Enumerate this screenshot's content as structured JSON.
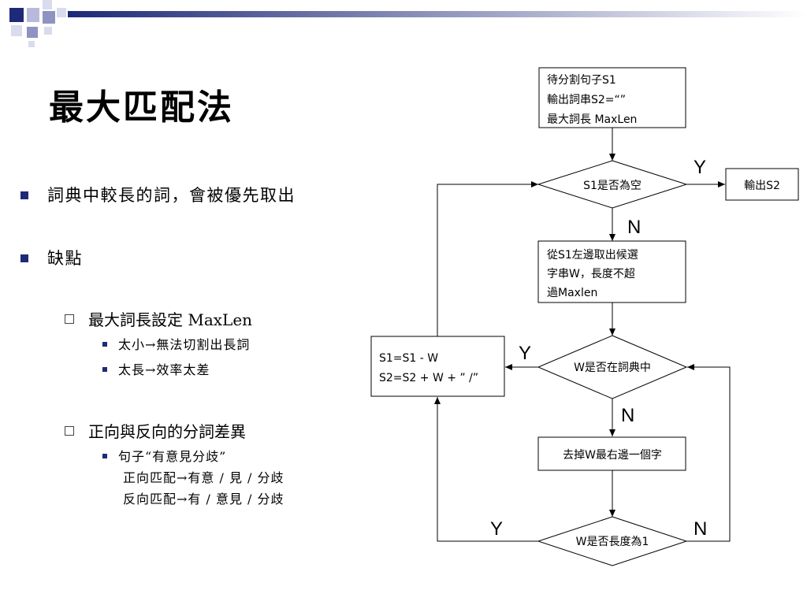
{
  "slide": {
    "title": "最大匹配法",
    "bullets": {
      "item1": "詞典中較長的詞，會被優先取出",
      "item2": "缺點",
      "sub1": "最大詞長設定 MaxLen",
      "sub1_a": "太小→無法切割出長詞",
      "sub1_b": "太長→效率太差",
      "sub2": "正向與反向的分詞差異",
      "sub2_a": "句子“有意見分歧”",
      "sub2_a_line2": "正向匹配→有意 / 見 / 分歧",
      "sub2_a_line3": "反向匹配→有 / 意見 / 分歧"
    }
  },
  "flowchart": {
    "start_line1": "待分割句子S1",
    "start_line2": "輸出詞串S2=“”",
    "start_line3": "最大詞長 MaxLen",
    "decision_empty": "S1是否為空",
    "output": "輸出S2",
    "take_line1": "從S1左邊取出候選",
    "take_line2": "字串W，長度不超",
    "take_line3": "過Maxlen",
    "decision_dict": "W是否在詞典中",
    "update_line1": "S1=S1 - W",
    "update_line2": "S2=S2 + W + ” /”",
    "remove": "去掉W最右邊一個字",
    "decision_len": "W是否長度為1",
    "label_y1": "Y",
    "label_n1": "N",
    "label_y2": "Y",
    "label_n2": "N",
    "label_y3": "Y",
    "label_n3": "N"
  },
  "colors": {
    "bullet": "#1e2a78",
    "deco_dark": "#1e2a78",
    "deco_light": "#8e93c2"
  }
}
